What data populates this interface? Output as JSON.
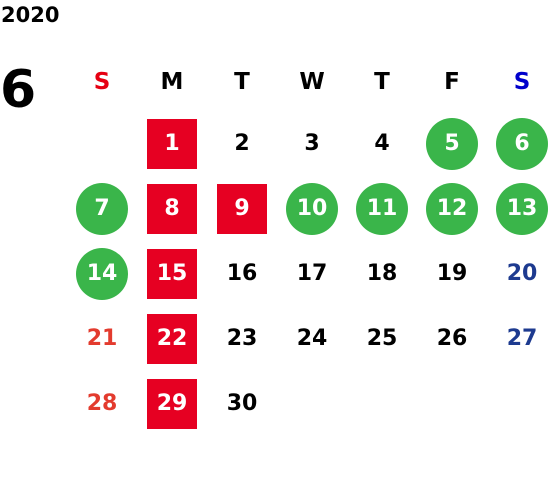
{
  "year": "2020",
  "month": "6",
  "weekdays": [
    {
      "label": "S",
      "type": "sun"
    },
    {
      "label": "M",
      "type": "normal"
    },
    {
      "label": "T",
      "type": "normal"
    },
    {
      "label": "W",
      "type": "normal"
    },
    {
      "label": "T",
      "type": "normal"
    },
    {
      "label": "F",
      "type": "normal"
    },
    {
      "label": "S",
      "type": "sat"
    }
  ],
  "weeks": [
    [
      {
        "day": ""
      },
      {
        "day": "1",
        "mark": "red-box"
      },
      {
        "day": "2"
      },
      {
        "day": "3"
      },
      {
        "day": "4"
      },
      {
        "day": "5",
        "mark": "green-circle"
      },
      {
        "day": "6",
        "mark": "green-circle"
      }
    ],
    [
      {
        "day": "7",
        "mark": "green-circle"
      },
      {
        "day": "8",
        "mark": "red-box"
      },
      {
        "day": "9",
        "mark": "red-box"
      },
      {
        "day": "10",
        "mark": "green-circle"
      },
      {
        "day": "11",
        "mark": "green-circle"
      },
      {
        "day": "12",
        "mark": "green-circle"
      },
      {
        "day": "13",
        "mark": "green-circle"
      }
    ],
    [
      {
        "day": "14",
        "mark": "green-circle"
      },
      {
        "day": "15",
        "mark": "red-box"
      },
      {
        "day": "16"
      },
      {
        "day": "17"
      },
      {
        "day": "18"
      },
      {
        "day": "19"
      },
      {
        "day": "20"
      }
    ],
    [
      {
        "day": "21"
      },
      {
        "day": "22",
        "mark": "red-box"
      },
      {
        "day": "23"
      },
      {
        "day": "24"
      },
      {
        "day": "25"
      },
      {
        "day": "26"
      },
      {
        "day": "27"
      }
    ],
    [
      {
        "day": "28"
      },
      {
        "day": "29",
        "mark": "red-box"
      },
      {
        "day": "30"
      },
      {
        "day": ""
      },
      {
        "day": ""
      },
      {
        "day": ""
      },
      {
        "day": ""
      }
    ]
  ],
  "colors": {
    "closed_red": "#e60022",
    "event_green": "#3ab54a",
    "sunday_red": "#e33b2e",
    "saturday_blue": "#1d3a8f"
  }
}
